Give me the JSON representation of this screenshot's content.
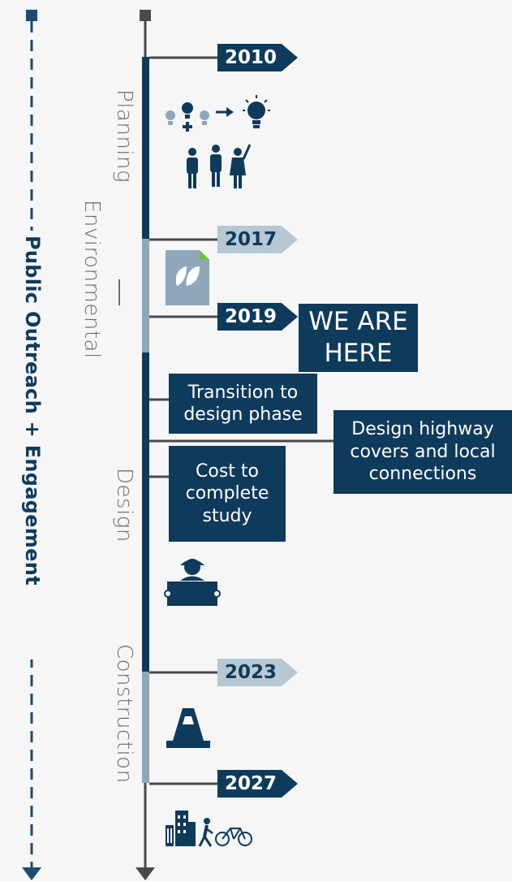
{
  "phases": {
    "planning": "Planning",
    "environmental": "Environmental",
    "design": "Design",
    "construction": "Construction"
  },
  "outreach_label": "Public Outreach + Engagement",
  "years": {
    "y2010": "2010",
    "y2017": "2017",
    "y2019": "2019",
    "y2023": "2023",
    "y2027": "2027"
  },
  "callouts": {
    "we_are_here": "WE ARE HERE",
    "transition": "Transition to design phase",
    "design_covers": "Design highway covers and local connections",
    "cost": "Cost to complete study"
  },
  "colors": {
    "navy": "#0e3a5c",
    "light_blue": "#8fa7ba",
    "dark_gray": "#4a4a4a",
    "dashed_line": "#1b4a72",
    "green_accent": "#6dbf3e"
  }
}
